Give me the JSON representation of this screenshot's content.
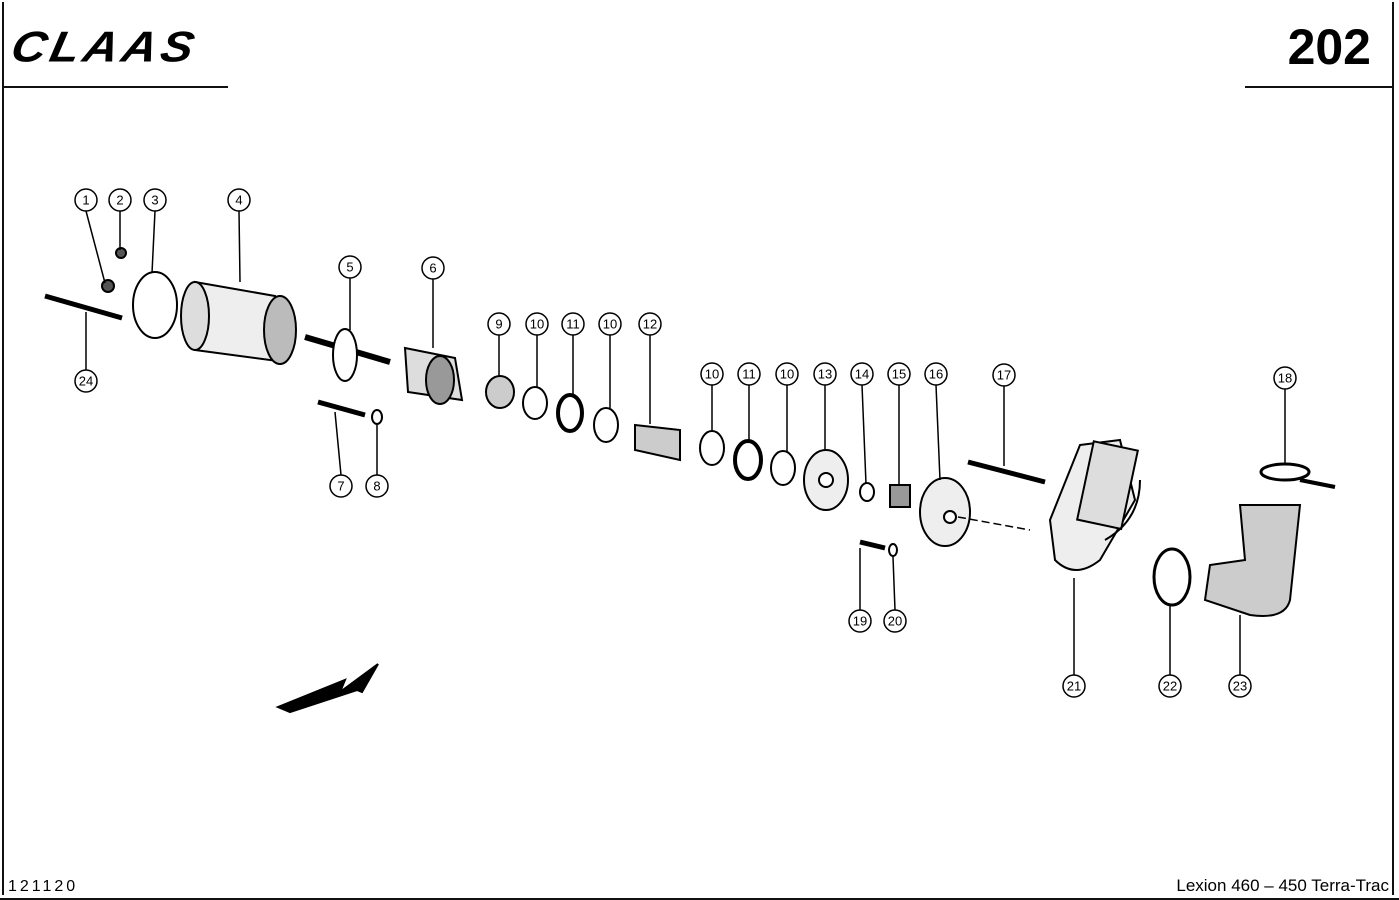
{
  "header": {
    "brand": "CLAAS",
    "page_number": "202"
  },
  "footer": {
    "document_number": "121120",
    "model": "Lexion 460 – 450 Terra-Trac"
  },
  "callouts": [
    "1",
    "2",
    "3",
    "4",
    "5",
    "6",
    "9",
    "10",
    "11",
    "10",
    "12",
    "10",
    "11",
    "10",
    "13",
    "14",
    "15",
    "16",
    "17",
    "18",
    "24",
    "7",
    "8",
    "19",
    "20",
    "21",
    "22",
    "23"
  ]
}
